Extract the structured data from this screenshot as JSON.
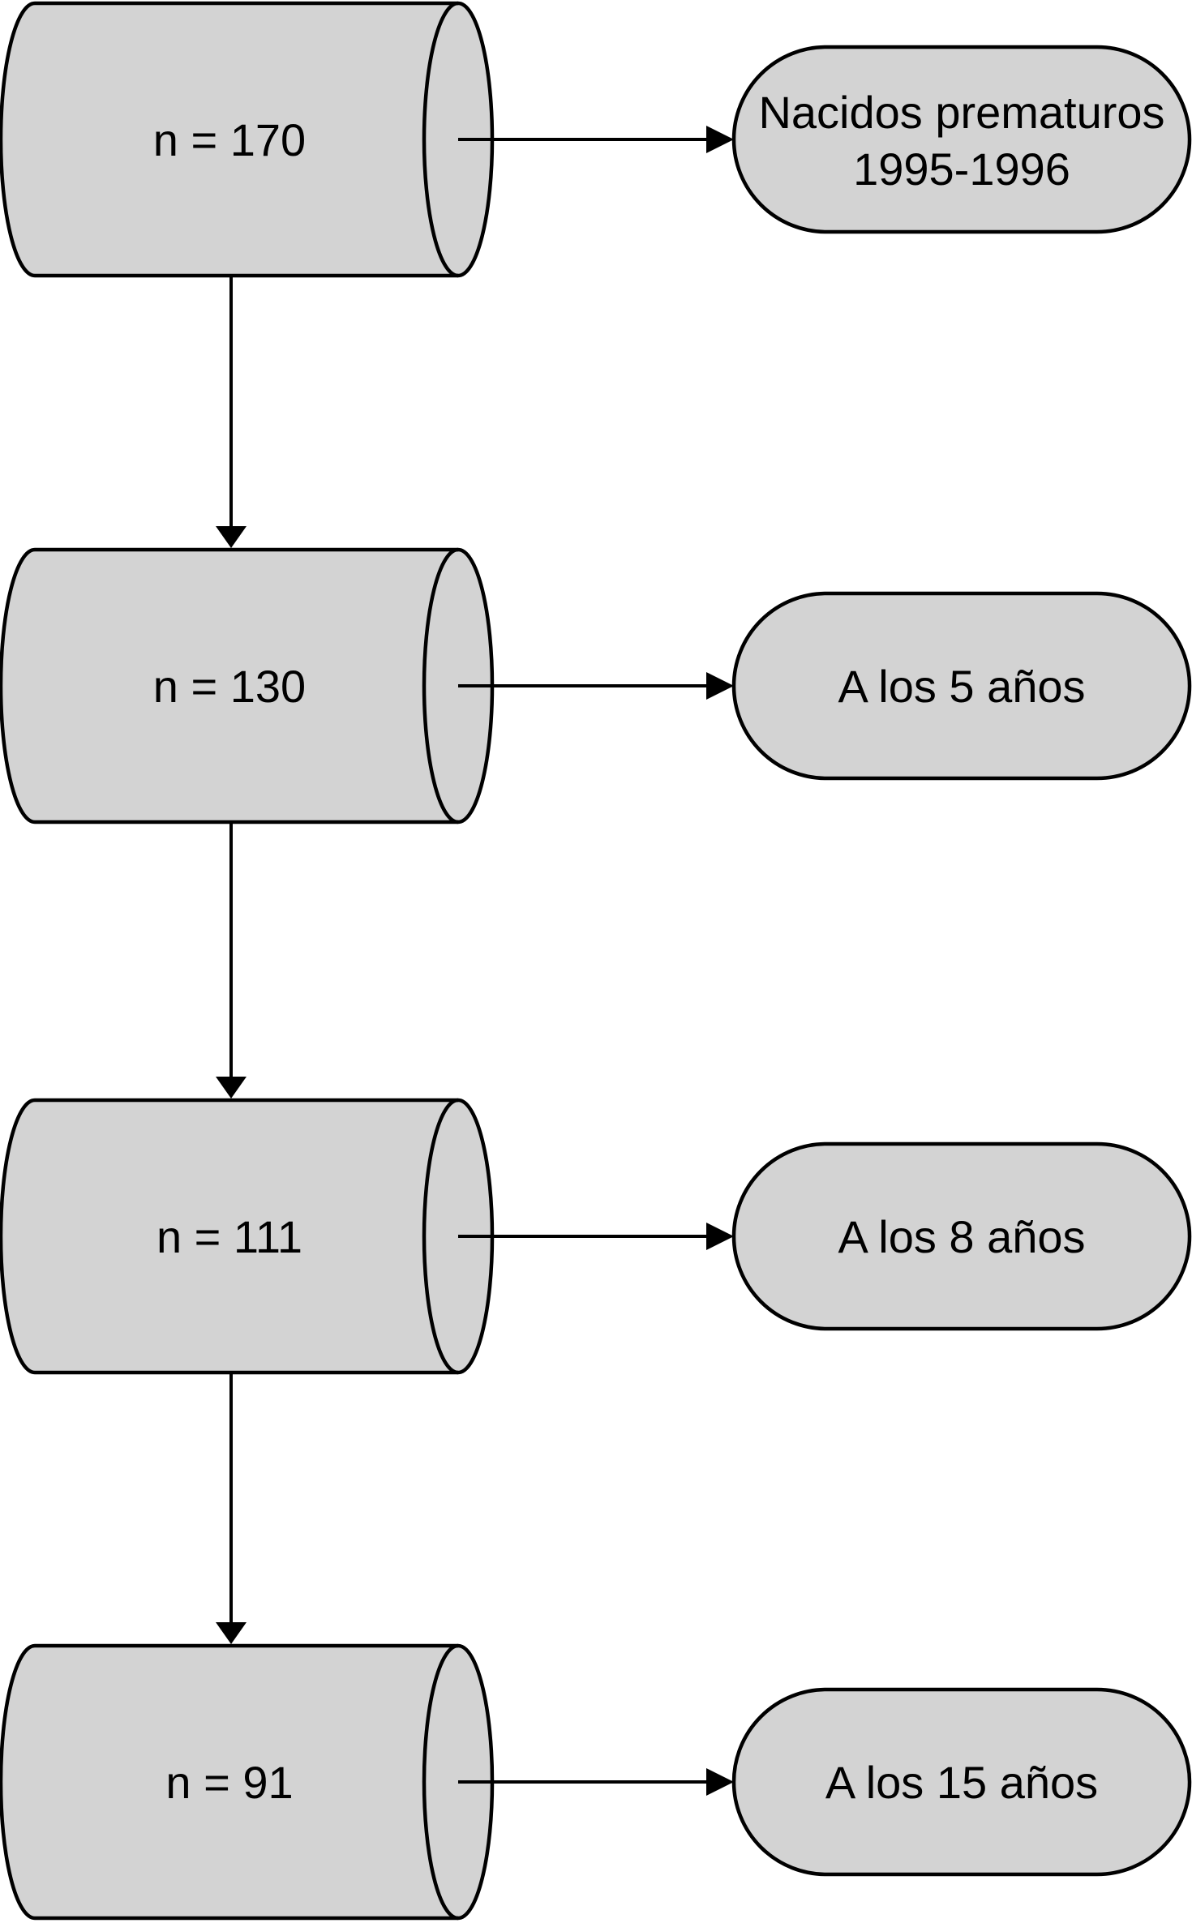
{
  "diagram": {
    "title_hint": "Cohort flow diagram",
    "rows": [
      {
        "n_label": "n = 170",
        "stage_lines": [
          "Nacidos prematuros",
          "1995-1996"
        ]
      },
      {
        "n_label": "n = 130",
        "stage_lines": [
          "A los 5 años"
        ]
      },
      {
        "n_label": "n = 111",
        "stage_lines": [
          "A los 8 años"
        ]
      },
      {
        "n_label": "n = 91",
        "stage_lines": [
          "A los 15 años"
        ]
      }
    ],
    "colors": {
      "shape_fill": "#d3d3d3",
      "line_color": "#000000",
      "text_color": "#000000",
      "background": "#ffffff"
    }
  }
}
